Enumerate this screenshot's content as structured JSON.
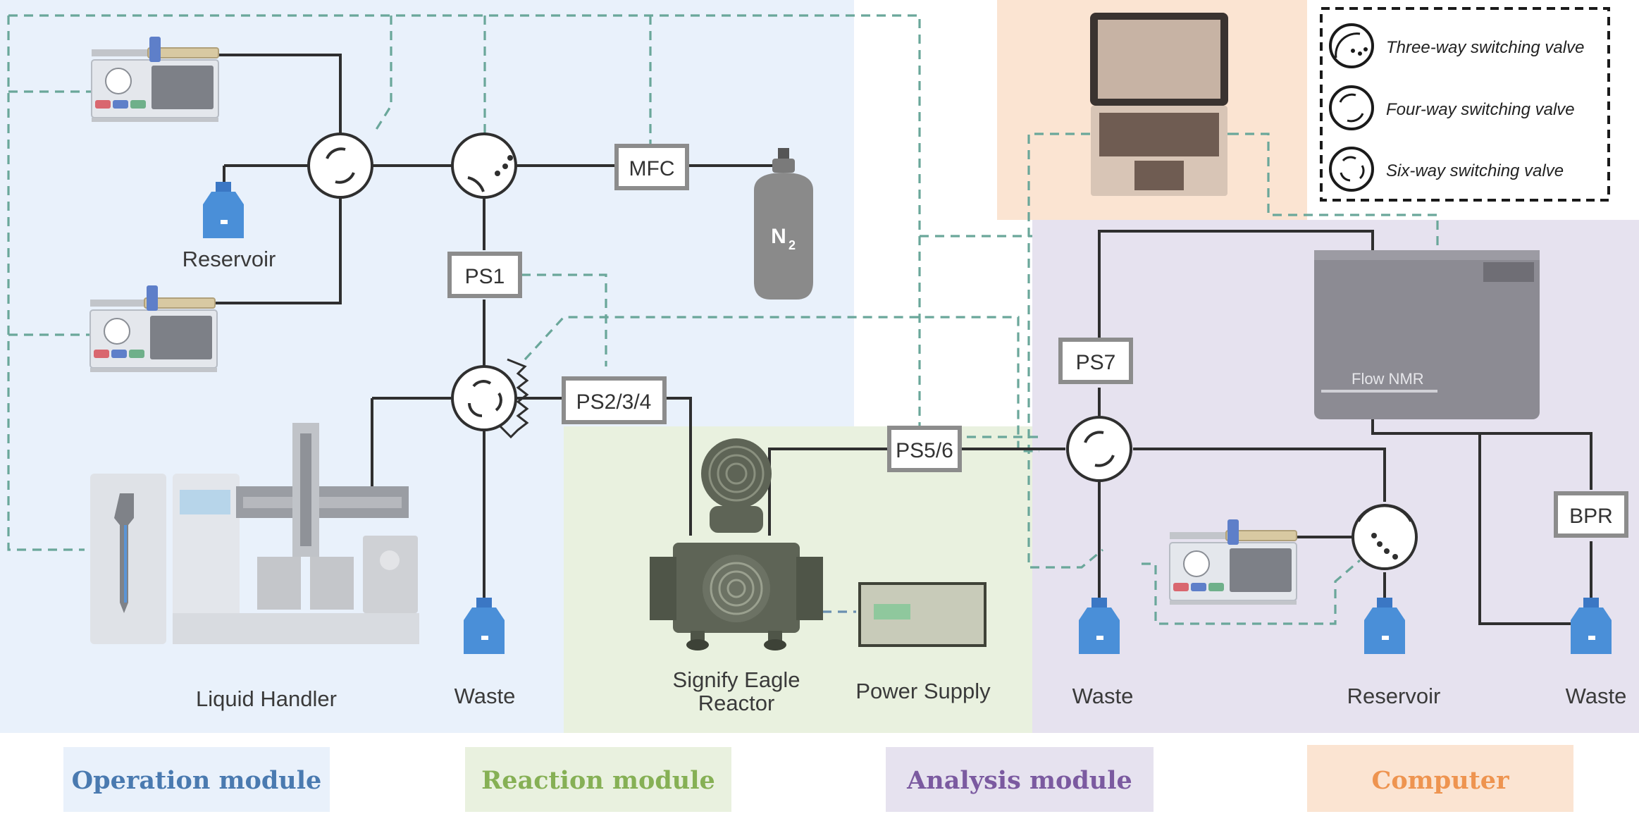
{
  "colors": {
    "operation_bg": "#e9f1fb",
    "reaction_bg": "#e9f1df",
    "analysis_bg": "#e6e2ef",
    "computer_bg": "#fbe4d2",
    "tubing": "#2f2f2f",
    "signal_line": "#6aa79a",
    "operation_label": "#4a7ab0",
    "reaction_label": "#86b055",
    "analysis_label": "#7b5aa0",
    "computer_label": "#ee9450"
  },
  "legend": {
    "three_way": "Three-way switching valve",
    "four_way": "Four-way switching valve",
    "six_way": "Six-way switching valve"
  },
  "boxes": {
    "mfc": "MFC",
    "ps1": "PS1",
    "ps234": "PS2/3/4",
    "ps56": "PS5/6",
    "ps7": "PS7",
    "bpr": "BPR",
    "flow_nmr": "Flow NMR",
    "n2_main": "N",
    "n2_sub": "2"
  },
  "labels": {
    "reservoir_left": "Reservoir",
    "liquid_handler": "Liquid Handler",
    "waste_1": "Waste",
    "reactor_line1": "Signify Eagle",
    "reactor_line2": "Reactor",
    "power_supply": "Power Supply",
    "waste_2": "Waste",
    "reservoir_right": "Reservoir",
    "waste_3": "Waste"
  },
  "modules": {
    "operation": "Operation module",
    "reaction": "Reaction module",
    "analysis": "Analysis module",
    "computer": "Computer"
  }
}
